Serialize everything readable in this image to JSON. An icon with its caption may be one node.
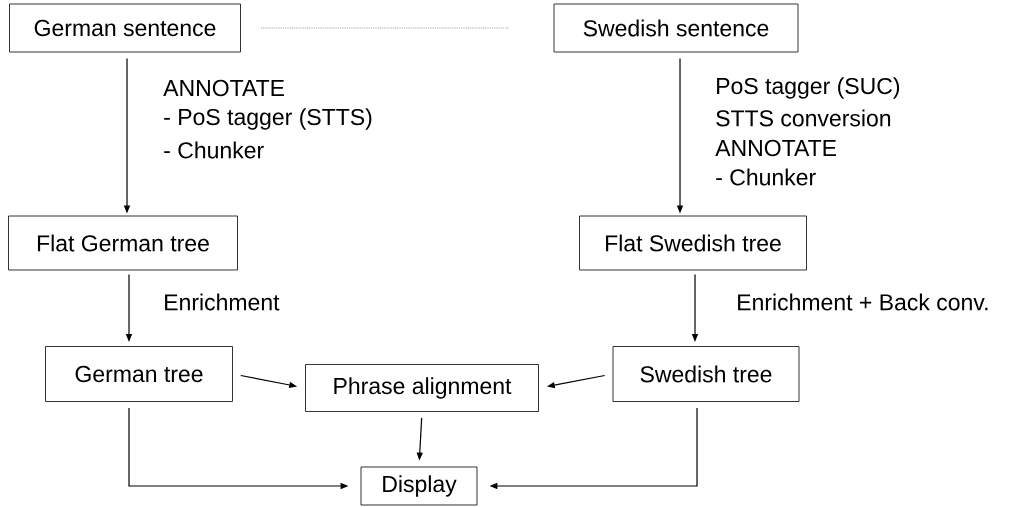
{
  "diagram": {
    "nodes": [
      {
        "text": [
          "German sentence"
        ]
      },
      {
        "text": [
          "Swedish sentence"
        ]
      },
      {
        "text": [
          "Flat German tree"
        ]
      },
      {
        "text": [
          "Flat Swedish tree"
        ]
      },
      {
        "text": [
          "German tree"
        ]
      },
      {
        "text": [
          "Phrase alignment"
        ]
      },
      {
        "text": [
          "Swedish tree"
        ]
      },
      {
        "text": [
          "Display"
        ]
      }
    ],
    "edges": [
      {
        "from": 0,
        "to": 1,
        "arrow": "none",
        "style": "dashed",
        "color": "#a6a6a6"
      },
      {
        "from": 0,
        "to": 2,
        "arrow": "to"
      },
      {
        "from": 1,
        "to": 3,
        "arrow": "to"
      },
      {
        "from": 2,
        "to": 4,
        "arrow": "to"
      },
      {
        "from": 3,
        "to": 6,
        "arrow": "to"
      },
      {
        "from": 4,
        "to": 5,
        "arrow": "to"
      },
      {
        "from": 6,
        "to": 5,
        "arrow": "to"
      },
      {
        "from": 5,
        "to": 7,
        "arrow": "to"
      },
      {
        "from": 4,
        "to": 7,
        "arrow": "to"
      },
      {
        "from": 6,
        "to": 7,
        "arrow": "to"
      }
    ],
    "labels": [
      "ANNOTATE",
      "- PoS tagger (STTS)",
      "- Chunker",
      "PoS tagger (SUC)",
      "STTS conversion",
      "ANNOTATE",
      "- Chunker",
      "Enrichment",
      "Enrichment + Back conv."
    ]
  }
}
